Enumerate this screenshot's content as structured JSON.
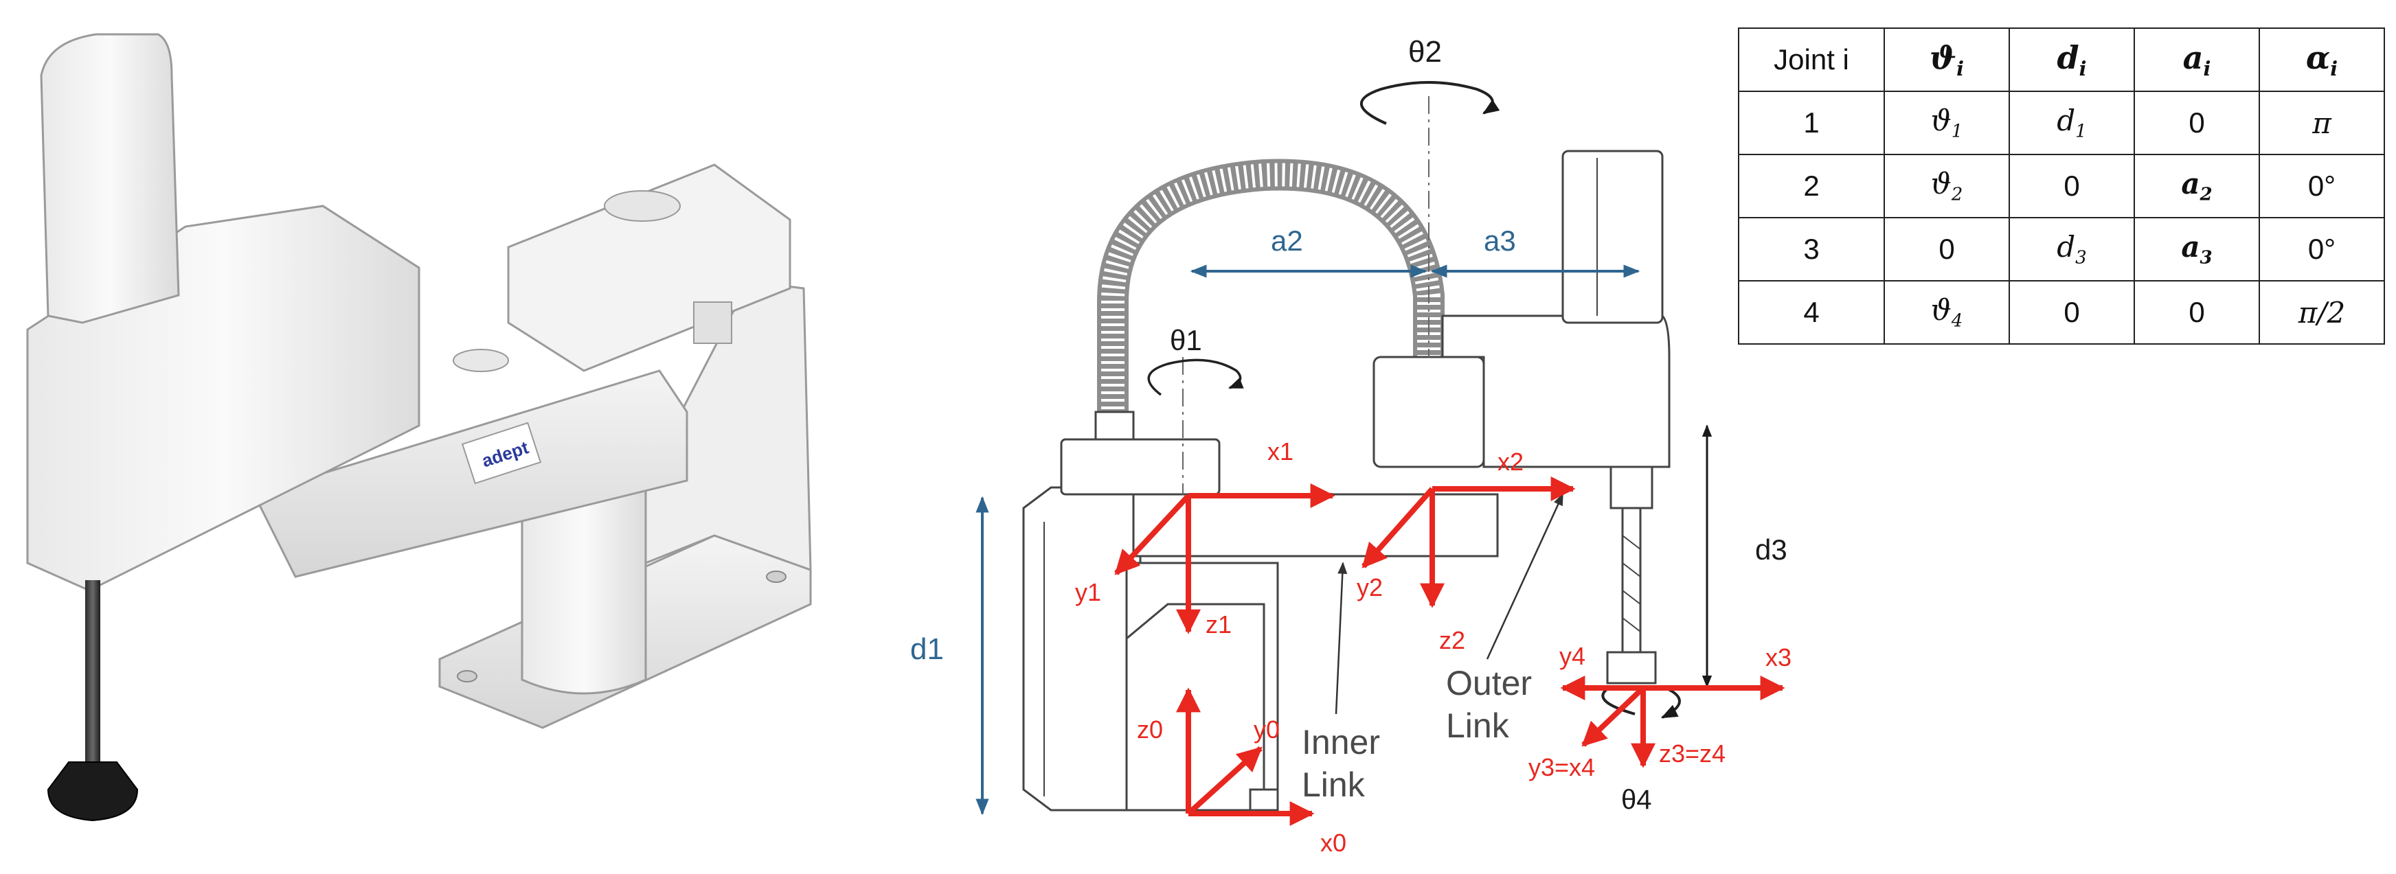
{
  "labels": {
    "theta1": "θ1",
    "theta2": "θ2",
    "theta4": "θ4",
    "a2": "a2",
    "a3": "a3",
    "d1": "d1",
    "d3": "d3",
    "x0": "x0",
    "y0": "y0",
    "z0": "z0",
    "x1": "x1",
    "y1": "y1",
    "z1": "z1",
    "x2": "x2",
    "y2": "y2",
    "z2": "z2",
    "x3": "x3",
    "y4": "y4",
    "y3x4": "y3=x4",
    "z3z4": "z3=z4",
    "inner_link_1": "Inner",
    "inner_link_2": "Link",
    "outer_link_1": "Outer",
    "outer_link_2": "Link",
    "logo": "adept"
  },
  "colors": {
    "frame_axes": "#e8271f",
    "dimension": "#2e6690",
    "text": "#1a1a1a"
  },
  "dh_table": {
    "headers": [
      {
        "sym": "ϑ",
        "sub": "i"
      },
      {
        "sym": "d",
        "sub": "i"
      },
      {
        "sym": "a",
        "sub": "i"
      },
      {
        "sym": "α",
        "sub": "i"
      }
    ],
    "joint_header": "Joint i",
    "rows": [
      {
        "joint": "1",
        "theta": {
          "sym": "ϑ",
          "sub": "1"
        },
        "d": {
          "sym": "d",
          "sub": "1"
        },
        "a": "0",
        "alpha": "π"
      },
      {
        "joint": "2",
        "theta": {
          "sym": "ϑ",
          "sub": "2"
        },
        "d": "0",
        "a": {
          "sym": "a",
          "sub": "2",
          "bold": true
        },
        "alpha": "0°"
      },
      {
        "joint": "3",
        "theta": "0",
        "d": {
          "sym": "d",
          "sub": "3"
        },
        "a": {
          "sym": "a",
          "sub": "3",
          "bold": true
        },
        "alpha": "0°"
      },
      {
        "joint": "4",
        "theta": {
          "sym": "ϑ",
          "sub": "4"
        },
        "d": "0",
        "a": "0",
        "alpha": "π/2"
      }
    ]
  }
}
